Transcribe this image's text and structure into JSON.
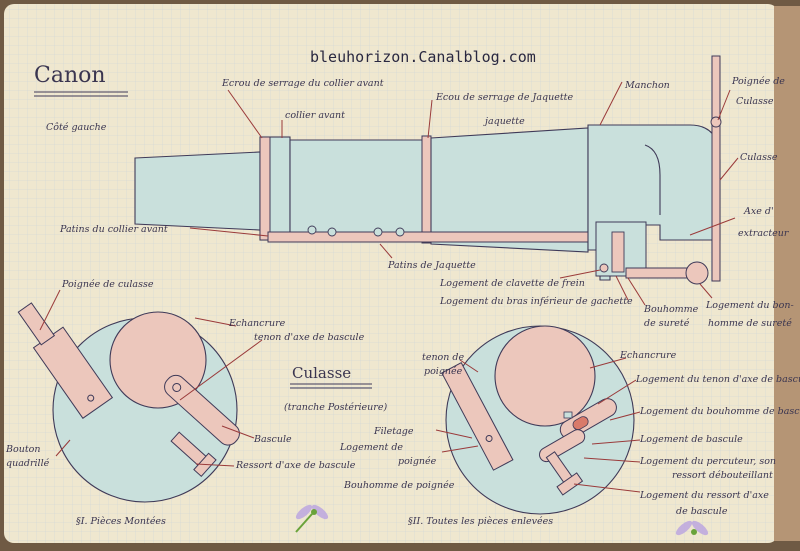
{
  "watermark": "bleuhorizon.Canalblog.com",
  "titles": {
    "canon": "Canon",
    "cote_gauche": "Côté gauche",
    "culasse": "Culasse",
    "tranche": "(tranche Postérieure)"
  },
  "captions": {
    "pieces_montees": "§I. Pièces Montées",
    "pieces_enlevees": "§II. Toutes les pièces enlevées"
  },
  "labels_canon": {
    "ecrou_collier": "Ecrou de serrage du collier avant",
    "collier_avant": "collier avant",
    "ecrou_jaquette_1": "Ecou de serrage de Jaquette",
    "ecrou_jaquette_2": "jaquette",
    "manchon": "Manchon",
    "poignee_culasse_1": "Poignée de",
    "poignee_culasse_2": "Culasse",
    "culasse": "Culasse",
    "axe_extracteur_1": "Axe d'",
    "axe_extracteur_2": "extracteur",
    "patins_collier": "Patins du collier avant",
    "patins_jaquette": "Patins de Jaquette",
    "logement_clavette": "Logement de clavette de frein",
    "logement_bras": "Logement du bras inférieur de gachette",
    "bouhomme_1": "Bouhomme",
    "bouhomme_2": "de sureté",
    "logement_bouhomme_1": "Logement du bon-",
    "logement_bouhomme_2": "homme de sureté"
  },
  "labels_culasse_1": {
    "poignee": "Poignée de culasse",
    "echancrure": "Echancrure",
    "tenon_axe": "tenon d'axe de bascule",
    "bascule": "Bascule",
    "bouton_1": "Bouton",
    "bouton_2": "quadrillé",
    "ressort": "Ressort d'axe de bascule"
  },
  "labels_culasse_2": {
    "tenon_poignee_1": "tenon de",
    "tenon_poignee_2": "poignée",
    "filetage": "Filetage",
    "logement_poignee_1": "Logement de",
    "logement_poignee_2": "poignée",
    "bouhomme_poignee": "Bouhomme de poignée",
    "echancrure": "Echancrure",
    "logement_tenon": "Logement du tenon d'axe de bascule",
    "logement_bouhomme_bascule": "Logement du bouhomme de bascule",
    "logement_bascule": "Logement de bascule",
    "logement_percuteur_1": "Logement du percuteur, son",
    "logement_percuteur_2": "ressort débouteillant",
    "logement_ressort_1": "Logement du ressort d'axe",
    "logement_ressort_2": "de bascule"
  },
  "colors": {
    "paper": "#efe7cf",
    "grid": "#c8d2d6",
    "part_blue": "#c9e0dc",
    "part_pink": "#ecc7bc",
    "ink": "#3f3a58",
    "leader": "#9a3a3a"
  }
}
